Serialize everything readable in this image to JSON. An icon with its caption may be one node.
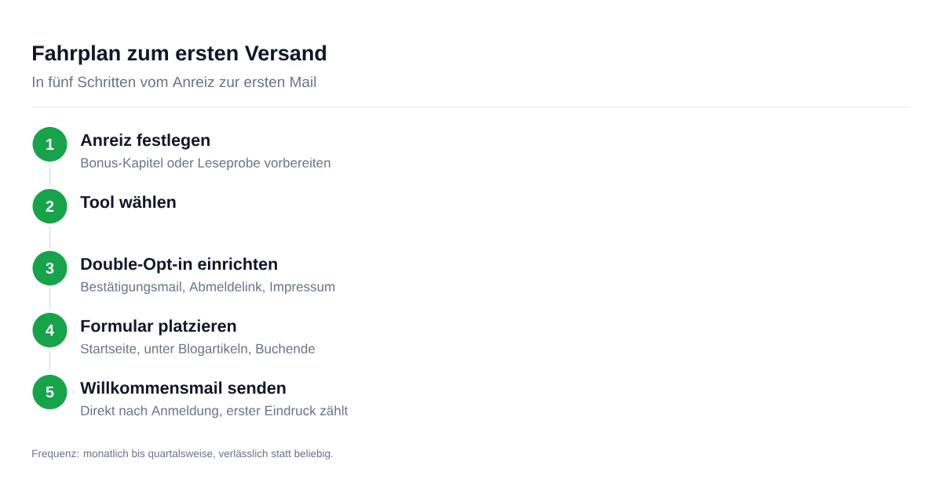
{
  "diagram": {
    "title": "Fahrplan zum ersten Versand",
    "nodes": [
      {
        "text": [
          "1"
        ],
        "beside": [
          "Anreiz festlegen",
          "Bonus-Kapitel oder Leseprobe vorbereiten"
        ]
      },
      {
        "text": [
          "2"
        ],
        "beside": [
          "Tool wählen"
        ]
      },
      {
        "text": [
          "3"
        ],
        "beside": [
          "Double-Opt-in einrichten",
          "Bestätigungsmail, Abmeldelink, Impressum"
        ]
      },
      {
        "text": [
          "4"
        ],
        "beside": [
          "Formular platzieren",
          "Startseite, unter Blogartikeln, Buchende"
        ]
      },
      {
        "text": [
          "5"
        ],
        "beside": [
          "Willkommensmail senden",
          "Direkt nach Anmeldung, erster Eindruck zählt"
        ]
      }
    ],
    "edges": [
      {
        "from": 0,
        "to": 1,
        "arrow": "none"
      },
      {
        "from": 1,
        "to": 2,
        "arrow": "none"
      },
      {
        "from": 2,
        "to": 3,
        "arrow": "none"
      },
      {
        "from": 3,
        "to": 4,
        "arrow": "none"
      }
    ],
    "labels": [
      "In fünf Schritten vom Anreiz zur ersten Mail",
      "Frequenz: monatlich bis quartalsweise, verlässlich statt beliebig."
    ]
  }
}
